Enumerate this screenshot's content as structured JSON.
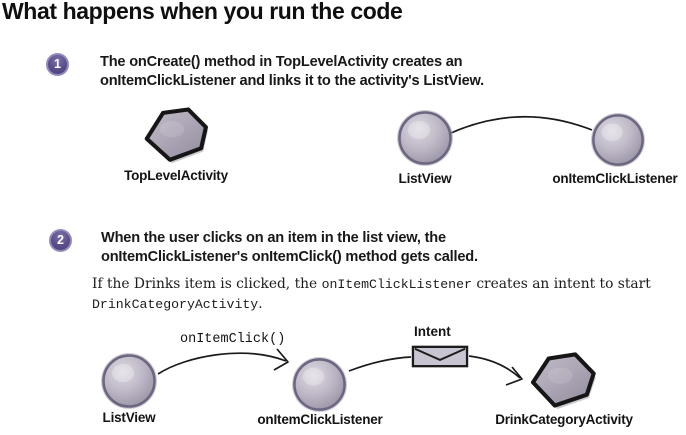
{
  "page": {
    "title": "What happens when you run the code"
  },
  "steps": [
    {
      "number": "1",
      "line1": "The onCreate() method in TopLevelActivity creates an",
      "line2": "onItemClickListener and links it to the activity's ListView."
    },
    {
      "number": "2",
      "line1": "When the user clicks on an item in the list view, the",
      "line2": "onItemClickListener's onItemClick() method gets called.",
      "note": {
        "pre": "If the Drinks item is clicked, the ",
        "code1": "onItemClickListener",
        "post1": " creates an intent to start",
        "code2": "DrinkCategoryActivity",
        "post2": "."
      }
    }
  ],
  "diagram_step1": {
    "hexagon_label": "TopLevelActivity",
    "circle_listview_label": "ListView",
    "circle_listener_label": "onItemClickListener"
  },
  "diagram_step2": {
    "circle_listview_label": "ListView",
    "arrow_label": "onItemClick()",
    "circle_listener_label": "onItemClickListener",
    "envelope_label": "Intent",
    "hexagon_label": "DrinkCategoryActivity"
  },
  "colors": {
    "badge_purple": "#5a4d89",
    "badge_ring": "#9389bc",
    "sphere_fill": "#c2bcca",
    "sphere_rim": "#6c6680",
    "hexagon_fill": "#aca5b4",
    "outline": "#1a1a1a"
  }
}
